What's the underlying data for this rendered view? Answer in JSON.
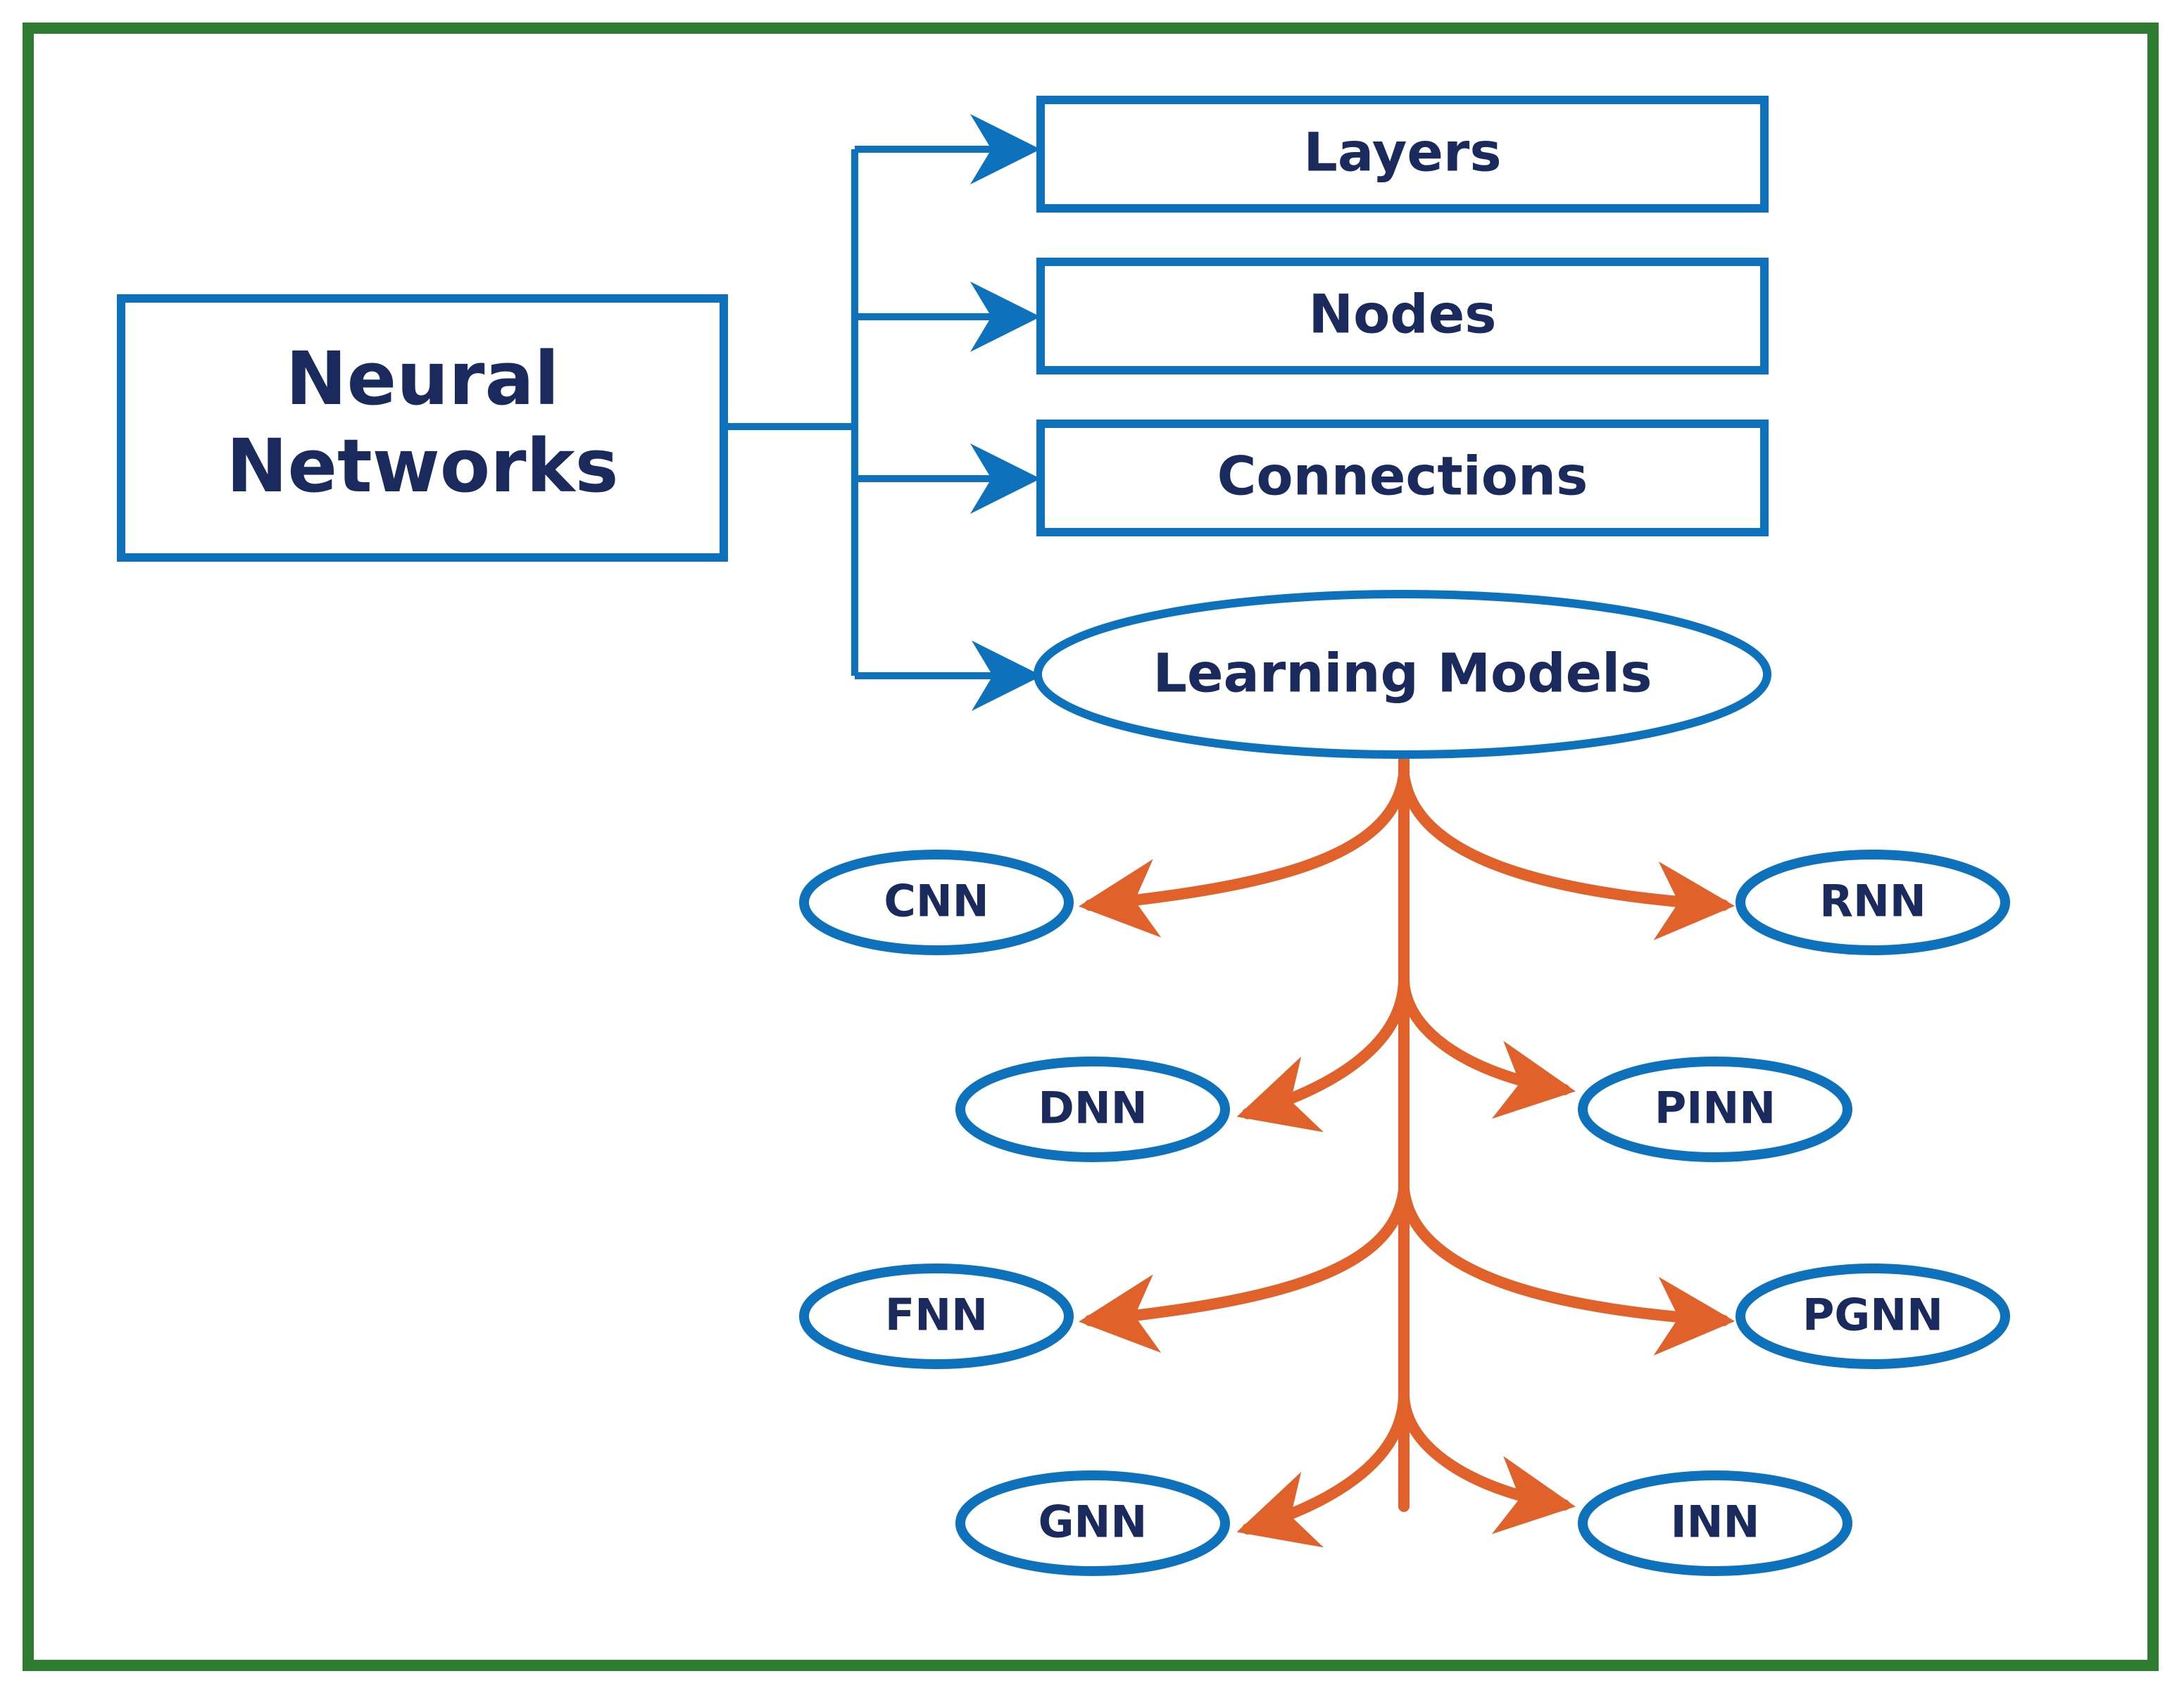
{
  "colors": {
    "frame": "#2e7d32",
    "blue": "#0d72bb",
    "orange": "#e0612a",
    "text": "#1a2a5c"
  },
  "root": {
    "line1": "Neural",
    "line2": "Networks"
  },
  "components": [
    {
      "id": "layers",
      "label": "Layers"
    },
    {
      "id": "nodes",
      "label": "Nodes"
    },
    {
      "id": "connections",
      "label": "Connections"
    }
  ],
  "learning_models": {
    "label": "Learning Models",
    "models": [
      {
        "id": "cnn",
        "label": "CNN"
      },
      {
        "id": "rnn",
        "label": "RNN"
      },
      {
        "id": "dnn",
        "label": "DNN"
      },
      {
        "id": "pinn",
        "label": "PINN"
      },
      {
        "id": "fnn",
        "label": "FNN"
      },
      {
        "id": "pgnn",
        "label": "PGNN"
      },
      {
        "id": "gnn",
        "label": "GNN"
      },
      {
        "id": "inn",
        "label": "INN"
      }
    ]
  }
}
